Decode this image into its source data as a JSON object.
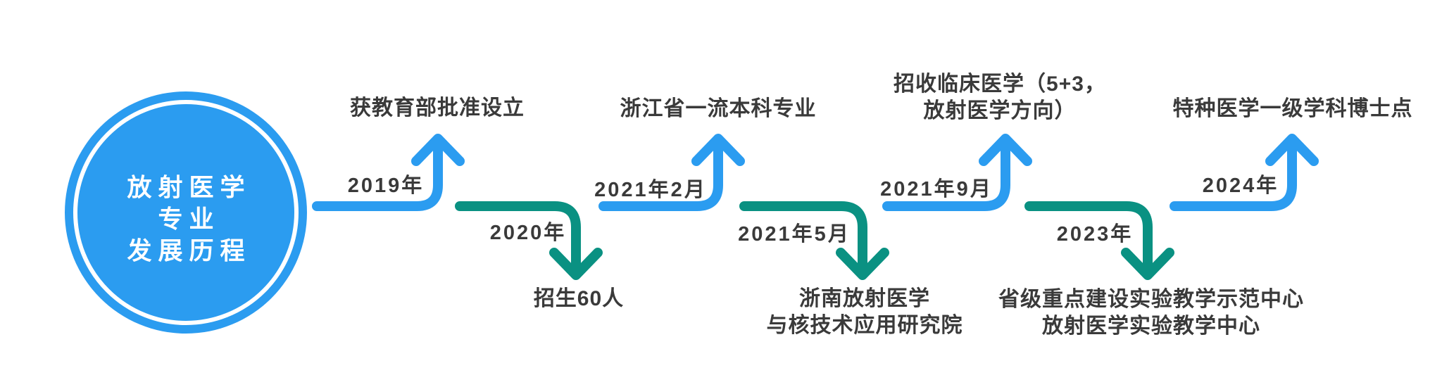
{
  "hub": {
    "lines": [
      "放射医学",
      "专业",
      "发展历程"
    ]
  },
  "colors": {
    "accent_blue": "#2B9CF0",
    "accent_green": "#0A9182",
    "label_text": "#3A3A3A",
    "hub_text": "#FFFFFF",
    "background": "#FFFFFF"
  },
  "timeline": {
    "items": [
      {
        "date": "2019年",
        "direction": "up",
        "color": "blue",
        "label_lines": [
          "获教育部批准设立"
        ]
      },
      {
        "date": "2020年",
        "direction": "down",
        "color": "green",
        "label_lines": [
          "招生60人"
        ]
      },
      {
        "date": "2021年2月",
        "direction": "up",
        "color": "blue",
        "label_lines": [
          "浙江省一流本科专业"
        ]
      },
      {
        "date": "2021年5月",
        "direction": "down",
        "color": "green",
        "label_lines": [
          "浙南放射医学",
          "与核技术应用研究院"
        ]
      },
      {
        "date": "2021年9月",
        "direction": "up",
        "color": "blue",
        "label_lines": [
          "招收临床医学（5+3，",
          "放射医学方向）"
        ]
      },
      {
        "date": "2023年",
        "direction": "down",
        "color": "green",
        "label_lines": [
          "省级重点建设实验教学示范中心",
          "放射医学实验教学中心"
        ]
      },
      {
        "date": "2024年",
        "direction": "up",
        "color": "blue",
        "label_lines": [
          "特种医学一级学科博士点"
        ]
      }
    ]
  }
}
